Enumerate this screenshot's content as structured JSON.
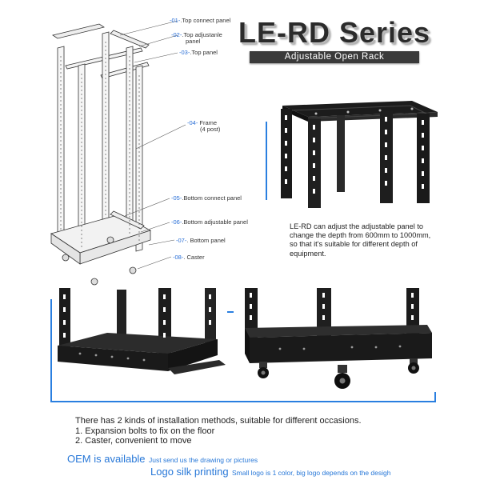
{
  "title": "LE-RD Series",
  "subtitle": "Adjustable Open Rack",
  "parts": [
    {
      "num": "-01-",
      "label": ".Top connect panel"
    },
    {
      "num": "-02-",
      "label": ".Top adjustanle",
      "label2": "panel"
    },
    {
      "num": "-03-",
      "label": ".Top panel"
    },
    {
      "num": "-04-",
      "label": " Frame",
      "label2": "(4 post)"
    },
    {
      "num": "-05-",
      "label": ".Bottom connect panel"
    },
    {
      "num": "-06-",
      "label": ".Bottom adjustable panel"
    },
    {
      "num": "-07-",
      "label": ". Bottom panel"
    },
    {
      "num": "-08-",
      "label": ". Caster"
    }
  ],
  "description": [
    "LE-RD can adjust the adjustable panel to",
    "change the depth from 600mm to 1000mm,",
    "so that it's suitable for different depth of",
    "equipment."
  ],
  "installation": {
    "intro": "There has 2 kinds of installation methods, suitable for different occasions.",
    "items": [
      "1. Expansion bolts to fix on the floor",
      "2. Caster, convenient to move"
    ]
  },
  "oem": {
    "title": "OEM is available",
    "note": "Just send us the drawing or pictures"
  },
  "logo": {
    "title": "Logo silk printing",
    "note": "Small logo is 1 color, big logo depends on the desigh"
  },
  "colors": {
    "accent": "#2878d8",
    "rack": "#1c1c1c",
    "line": "#2a7fe0"
  }
}
